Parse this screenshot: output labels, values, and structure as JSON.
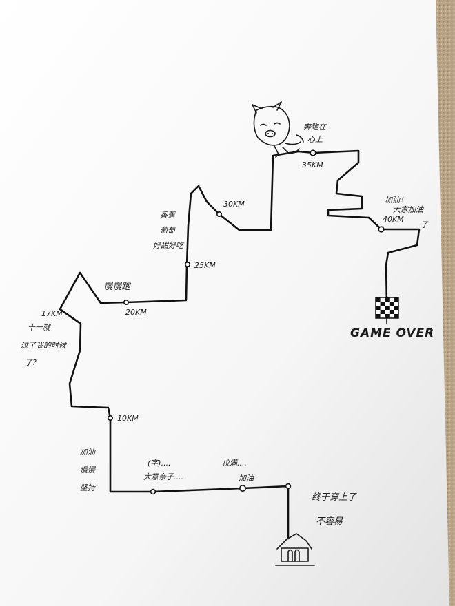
{
  "start_note": [
    "终于穿上了",
    "不容易"
  ],
  "notes_bottom": {
    "left": [
      "(字)....",
      "大意亲子...."
    ],
    "right": [
      "拉满....",
      "加油"
    ]
  },
  "note_left_vertical": [
    "加油",
    "慢慢",
    "坚持"
  ],
  "note_17km": [
    "十一就",
    "过了我的时候",
    "了?"
  ],
  "note_20km": "慢慢跑",
  "note_25km": [
    "香蕉",
    "葡萄",
    "好甜好吃"
  ],
  "note_35km": [
    "奔跑在",
    "心上"
  ],
  "note_40km": [
    "加油！",
    "大家加油",
    "了"
  ],
  "distances": {
    "km10": "10KM",
    "km17": "17KM",
    "km20": "20KM",
    "km25": "25KM",
    "km30": "30KM",
    "km35": "35KM",
    "km40": "40KM"
  },
  "finish_label": "GAME OVER",
  "icons": {
    "start": "house-icon",
    "finish": "checkered-flag-icon",
    "mascot": "pig-mascot-icon"
  },
  "colors": {
    "paper": "#fbfbfb",
    "ink": "#111111",
    "table": "#b9a488"
  }
}
